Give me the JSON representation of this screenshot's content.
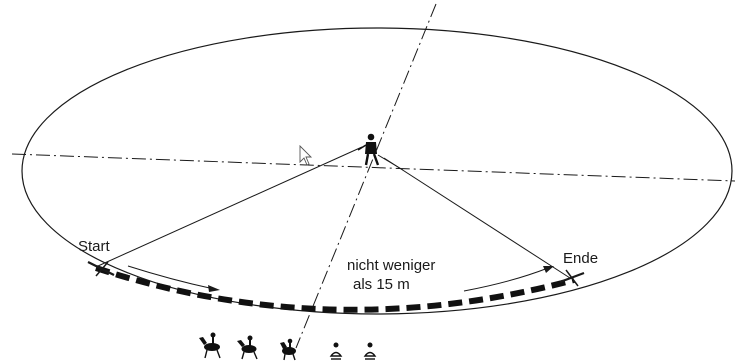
{
  "labels": {
    "start": "Start",
    "end": "Ende",
    "distance_line1": "nicht weniger",
    "distance_line2": "als 15 m"
  },
  "figures": {
    "handler": "person-icon",
    "group": [
      "horse-rider-icon",
      "horse-rider-icon",
      "horse-rider-icon",
      "person-icon",
      "person-icon"
    ]
  },
  "colors": {
    "ink": "#1a1a1a",
    "background": "#ffffff"
  }
}
